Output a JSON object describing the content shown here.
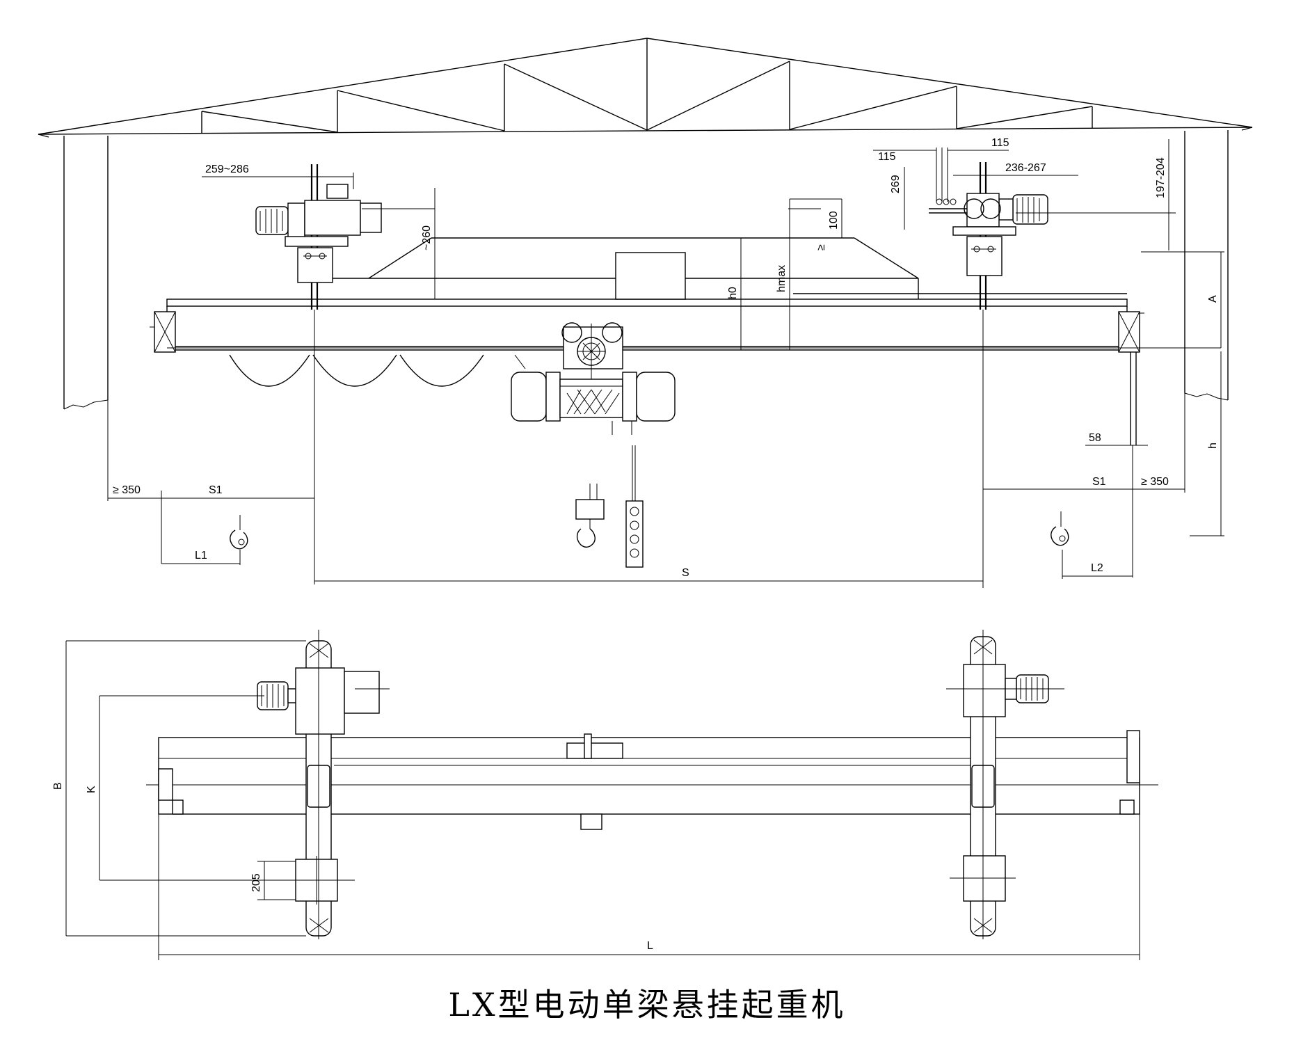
{
  "title": "LX型电动单梁悬挂起重机",
  "dimensions": {
    "d259_286": "259~286",
    "d260": "~260",
    "d115a": "115",
    "d115b": "115",
    "d236_267": "236-267",
    "d269": "269",
    "d197_204": "197-204",
    "d100": "100",
    "d_ge_slope": "≥",
    "h0": "h0",
    "hmax": "hmax",
    "A": "A",
    "h": "h",
    "d58": "58",
    "ge350_left": "≥ 350",
    "ge350_right": "≥ 350",
    "S1_left": "S1",
    "S1_right": "S1",
    "L1": "L1",
    "L2": "L2",
    "S": "S",
    "B": "B",
    "K": "K",
    "d205": "205",
    "L": "L"
  }
}
